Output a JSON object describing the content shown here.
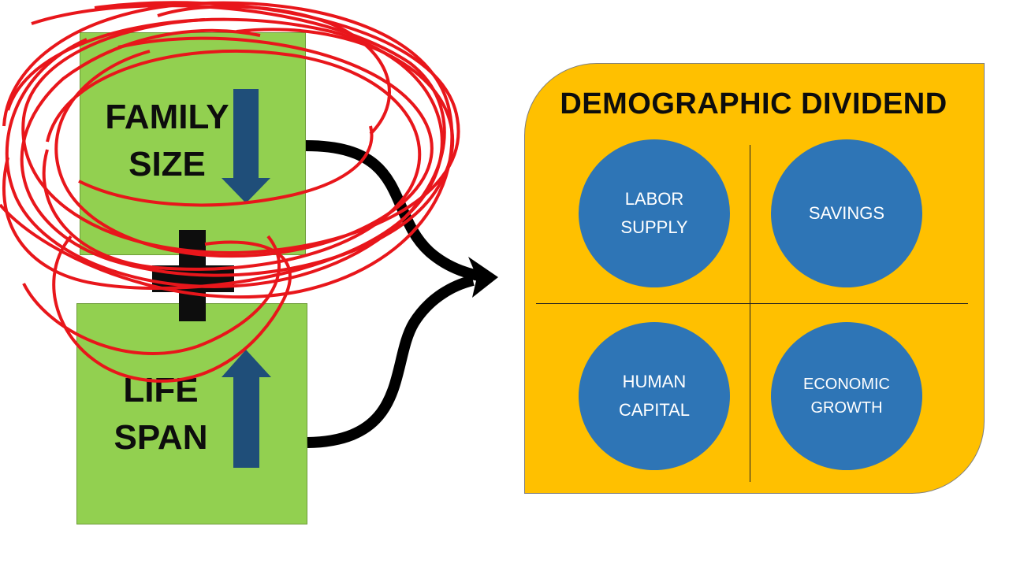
{
  "left": {
    "family_box": {
      "line1": "FAMILY",
      "line2": "SIZE",
      "arrow": "arrow-down-icon"
    },
    "life_box": {
      "line1": "LIFE",
      "line2": "SPAN",
      "arrow": "arrow-up-icon"
    },
    "operator": "plus-icon"
  },
  "panel": {
    "title": "DEMOGRAPHIC DIVIDEND",
    "circles": [
      {
        "line1": "LABOR",
        "line2": "SUPPLY"
      },
      {
        "line1": "SAVINGS",
        "line2": ""
      },
      {
        "line1": "HUMAN",
        "line2": "CAPITAL"
      },
      {
        "line1": "ECONOMIC",
        "line2": "GROWTH"
      }
    ]
  },
  "colors": {
    "box_green": "#92d050",
    "panel_orange": "#ffc000",
    "circle_blue": "#2e75b6",
    "arrow_navy": "#1f4e79",
    "scribble_red": "#e8161b"
  }
}
